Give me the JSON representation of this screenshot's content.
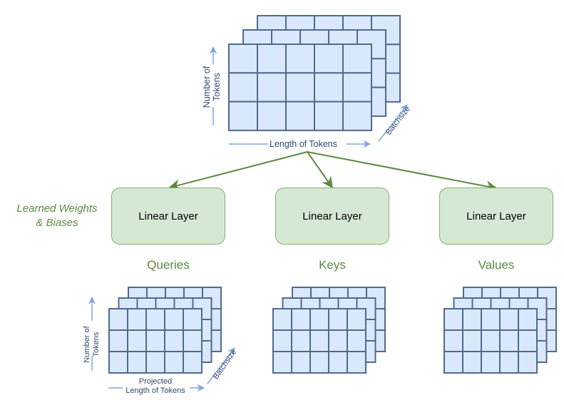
{
  "input_tensor": {
    "rows": 3,
    "cols": 5,
    "layers": 3,
    "x_axis_label": "Length of Tokens",
    "y_axis_label_line1": "Number of",
    "y_axis_label_line2": "Tokens",
    "z_axis_label": "Batchsize"
  },
  "side_label": {
    "line1": "Learned Weights",
    "line2": "& Biases"
  },
  "linear_layers": [
    {
      "label": "Linear Layer",
      "output": "Queries"
    },
    {
      "label": "Linear Layer",
      "output": "Keys"
    },
    {
      "label": "Linear Layer",
      "output": "Values"
    }
  ],
  "output_tensor": {
    "rows": 3,
    "cols": 5,
    "layers": 3,
    "x_axis_label_line1": "Projected",
    "x_axis_label_line2": "Length of Tokens",
    "y_axis_label_line1": "Number of",
    "y_axis_label_line2": "Tokens",
    "z_axis_label": "Batchsize"
  },
  "colors": {
    "cell_fill": "#dae8fc",
    "cell_stroke": "#4f6a8f",
    "axis_arrow": "#7ea6e0",
    "box_fill": "#d5e8d4",
    "box_stroke": "#82b366",
    "flow_arrow": "#5c8a40",
    "green_text": "#5c8a40"
  }
}
